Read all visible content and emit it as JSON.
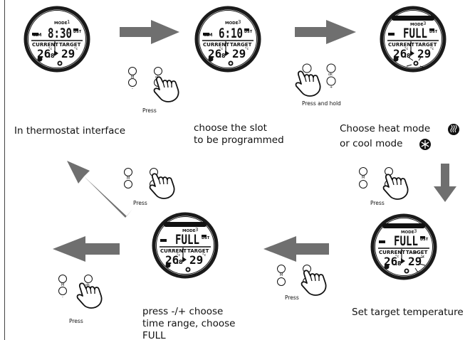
{
  "captions": {
    "step1": "In thermostat interface",
    "step2_line1": "choose the slot",
    "step2_line2": "to be programmed",
    "step3_line1": "Choose heat mode",
    "step3_line2": "or cool mode",
    "step4": "Set target temperature",
    "step5_line1": "press -/+ choose",
    "step5_line2": "time range, choose",
    "step5_line3": "FULL"
  },
  "press_labels": {
    "press": "Press",
    "press_and_hold": "Press and hold"
  },
  "displays": [
    {
      "mode_label": "MODE",
      "mode_num": "1",
      "main": "8:30",
      "ampm": "AM",
      "dst": "DST",
      "current_label": "CURRENT",
      "target_label": "TARGET",
      "current_temp": "26",
      "current_dec": ".8",
      "target_temp": "29",
      "unit": "°c"
    },
    {
      "mode_label": "MODE",
      "mode_num": "3",
      "main": "6:10",
      "ampm": "AM",
      "dst": "DST",
      "current_label": "CURRENT",
      "target_label": "TARGET",
      "current_temp": "26",
      "current_dec": ".8",
      "target_temp": "29",
      "unit": "°c"
    },
    {
      "mode_label": "MODE",
      "mode_num": "3",
      "main": "FULL",
      "ampm": "",
      "dst": "DST",
      "current_label": "CURRENT",
      "target_label": "TARGET",
      "current_temp": "26",
      "current_dec": ".8",
      "target_temp": "29",
      "unit": "°c"
    },
    {
      "mode_label": "MODE",
      "mode_num": "3",
      "main": "FULL",
      "ampm": "",
      "dst": "DST",
      "current_label": "CURRENT",
      "target_label": "TARGET",
      "current_temp": "26",
      "current_dec": ".8",
      "target_temp": "29",
      "unit": "°c"
    },
    {
      "mode_label": "MODE",
      "mode_num": "3",
      "main": "FULL",
      "ampm": "",
      "dst": "DST",
      "current_label": "CURRENT",
      "target_label": "TARGET",
      "current_temp": "26",
      "current_dec": ".8",
      "target_temp": "29",
      "unit": "°c"
    }
  ],
  "buttons": {
    "m": "M",
    "ok": "ok",
    "minus": "-",
    "plus": "+"
  },
  "colors": {
    "arrow": "#6f6f6f",
    "ink": "#111111",
    "lcd_ring": "#1a1a1a"
  }
}
